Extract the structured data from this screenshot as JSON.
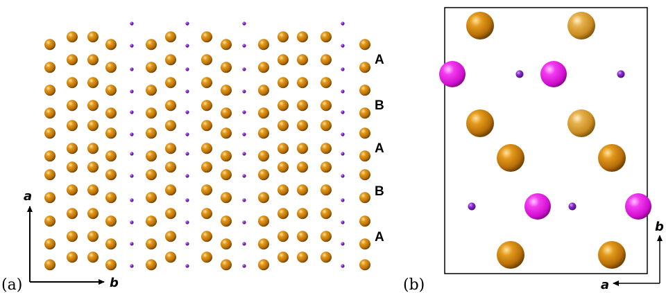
{
  "panels": [
    {
      "id": "a",
      "label": "(a)",
      "vertical_axis_label": "a",
      "horizontal_axis_label": "b",
      "stacking_labels": [
        "A",
        "B",
        "A",
        "B",
        "A"
      ]
    },
    {
      "id": "b",
      "label": "(b)",
      "vertical_axis_label": "b",
      "horizontal_axis_label": "a"
    }
  ],
  "colors": {
    "large_atom": "#d4860f",
    "large_atom_highlight": "#ffd27a",
    "large_atom_shadow": "#7a4a05",
    "pale_atom": "#d9a23c",
    "magenta_atom": "#e81ce6",
    "magenta_atom_highlight": "#ff9cff",
    "small_atom": "#8a24c8",
    "frame": "#000000"
  }
}
